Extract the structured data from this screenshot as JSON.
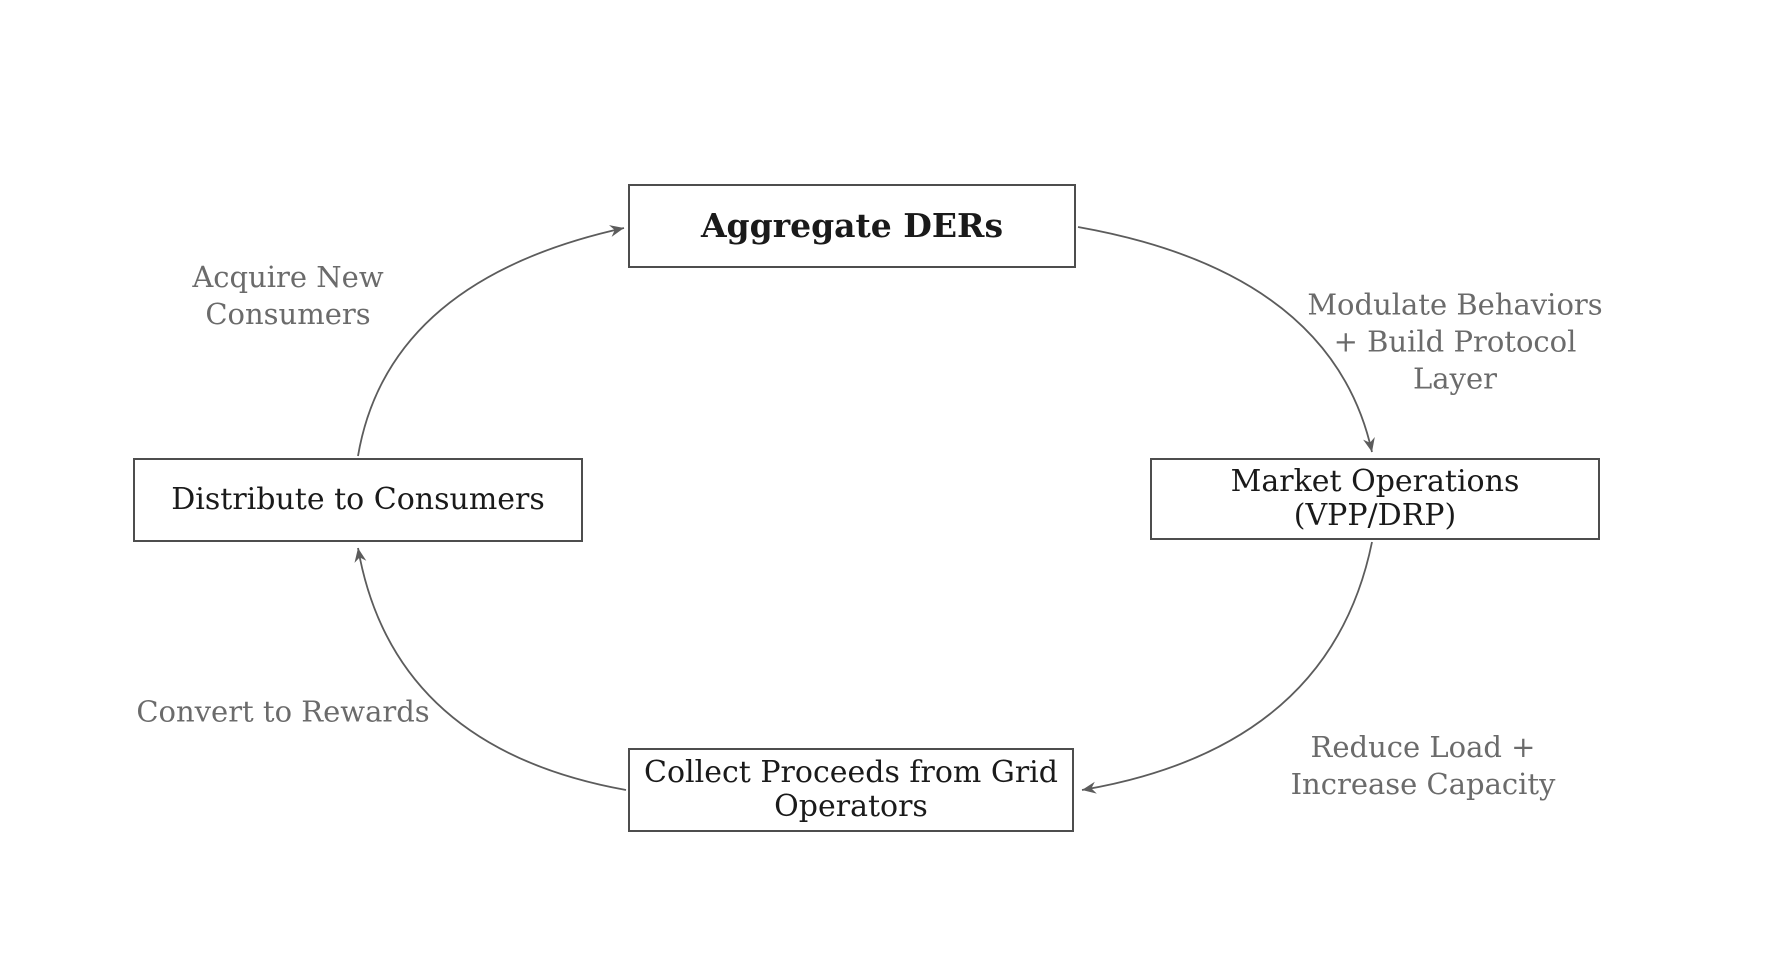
{
  "diagram": {
    "nodes": {
      "aggregate": {
        "label": "Aggregate DERs"
      },
      "market": {
        "line1": "Market Operations",
        "line2": "(VPP/DRP)"
      },
      "collect": {
        "line1": "Collect Proceeds from Grid",
        "line2": "Operators"
      },
      "distribute": {
        "label": "Distribute to Consumers"
      }
    },
    "edges": {
      "acquire": {
        "line1": "Acquire New",
        "line2": "Consumers"
      },
      "modulate": {
        "line1": "Modulate Behaviors",
        "line2": "+ Build Protocol",
        "line3": "Layer"
      },
      "reduce": {
        "line1": "Reduce Load +",
        "line2": "Increase Capacity"
      },
      "convert": {
        "line1": "Convert to Rewards"
      }
    },
    "colors": {
      "background": "#ffffff",
      "box_border": "#4d4d4d",
      "box_text": "#1a1a1a",
      "edge_label_text": "#6b6b6b",
      "arrow": "#5c5c5c"
    }
  }
}
